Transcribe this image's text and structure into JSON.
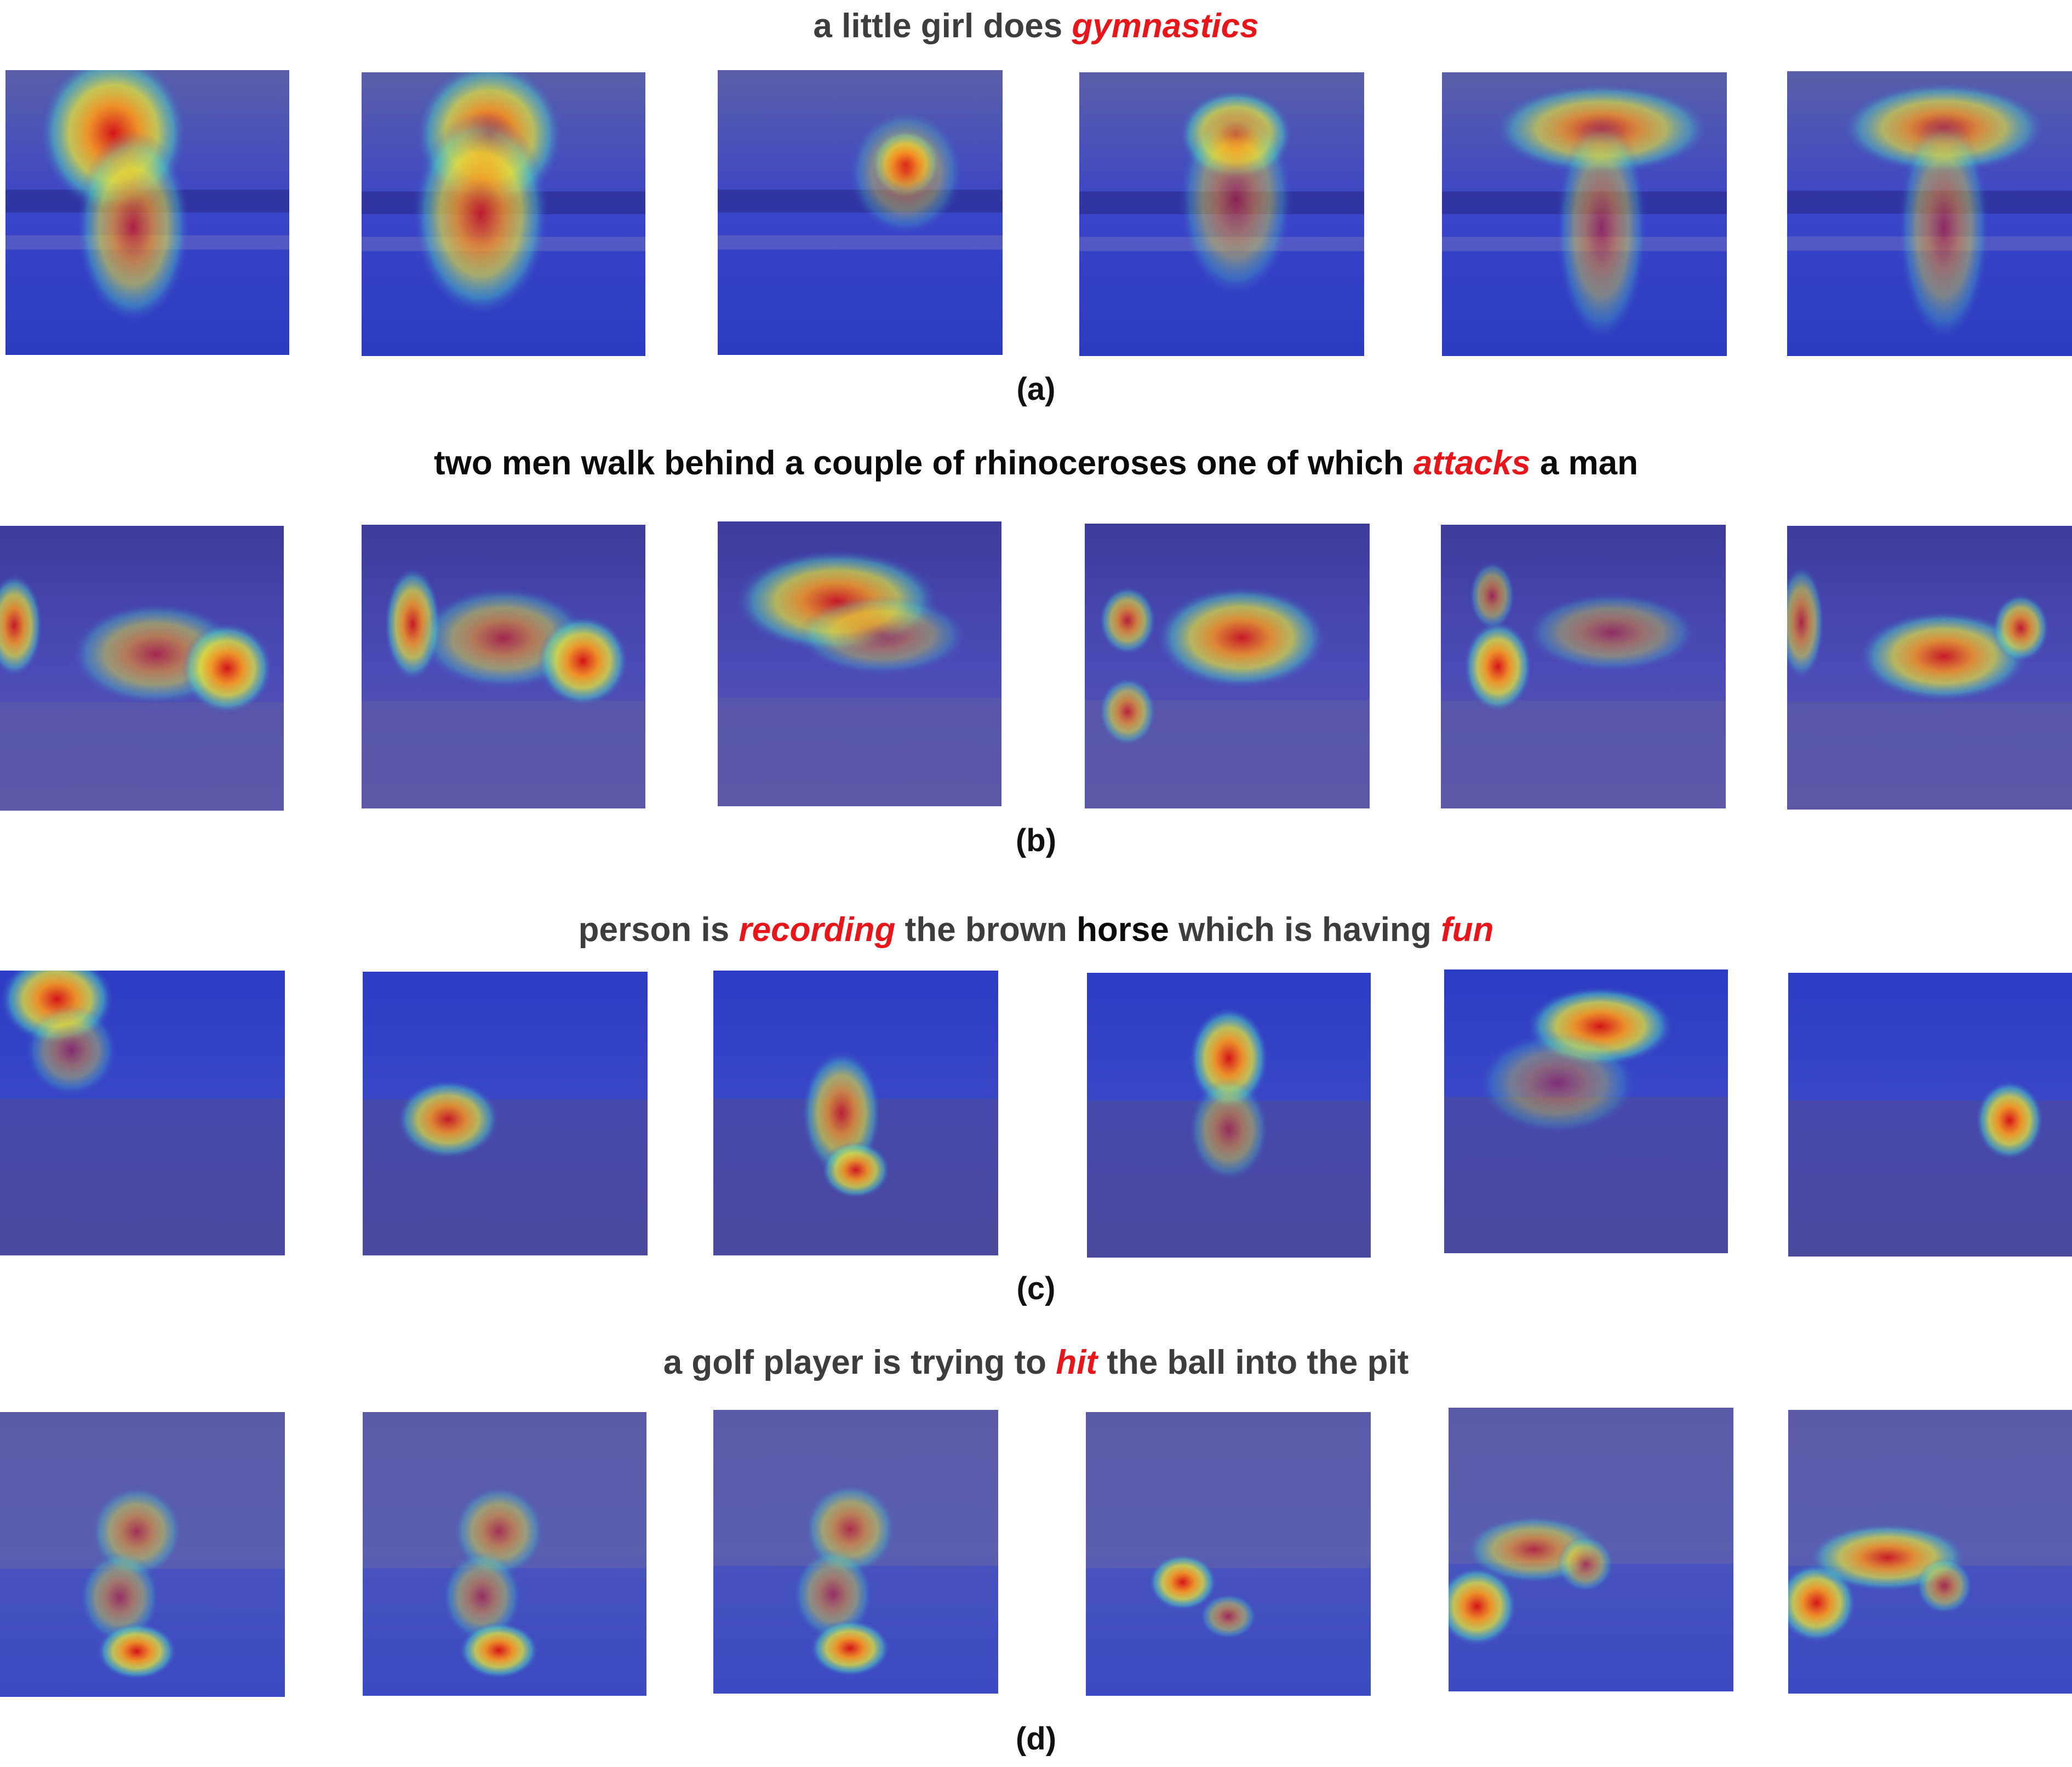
{
  "rows": [
    {
      "caption": [
        {
          "text": "a little girl does ",
          "style": "dark"
        },
        {
          "text": "gymnastics",
          "style": "red"
        }
      ],
      "label": "(a)",
      "scene": "gym",
      "heat": [
        [
          [
            0.38,
            0.22,
            0.26,
            0.28,
            1.0
          ],
          [
            0.45,
            0.55,
            0.2,
            0.34,
            0.75
          ]
        ],
        [
          [
            0.45,
            0.22,
            0.26,
            0.26,
            0.95
          ],
          [
            0.42,
            0.5,
            0.24,
            0.36,
            0.85
          ]
        ],
        [
          [
            0.66,
            0.33,
            0.12,
            0.12,
            1.0
          ],
          [
            0.66,
            0.36,
            0.2,
            0.22,
            0.5
          ]
        ],
        [
          [
            0.55,
            0.22,
            0.2,
            0.16,
            1.0
          ],
          [
            0.55,
            0.45,
            0.2,
            0.34,
            0.55
          ]
        ],
        [
          [
            0.56,
            0.2,
            0.38,
            0.16,
            0.85
          ],
          [
            0.56,
            0.55,
            0.16,
            0.4,
            0.55
          ]
        ],
        [
          [
            0.55,
            0.2,
            0.36,
            0.16,
            0.85
          ],
          [
            0.55,
            0.55,
            0.16,
            0.4,
            0.55
          ]
        ]
      ]
    },
    {
      "caption": [
        {
          "text": "two men walk behind a couple of rhinoceroses one of which ",
          "style": "black"
        },
        {
          "text": "attacks",
          "style": "red"
        },
        {
          "text": " a man",
          "style": "black"
        }
      ],
      "label": "(b)",
      "scene": "rhino",
      "heat": [
        [
          [
            0.05,
            0.35,
            0.1,
            0.18,
            0.9
          ],
          [
            0.55,
            0.45,
            0.3,
            0.18,
            0.65
          ],
          [
            0.8,
            0.5,
            0.16,
            0.16,
            1.0
          ]
        ],
        [
          [
            0.18,
            0.35,
            0.1,
            0.2,
            0.9
          ],
          [
            0.5,
            0.4,
            0.3,
            0.18,
            0.65
          ],
          [
            0.78,
            0.48,
            0.16,
            0.16,
            1.0
          ]
        ],
        [
          [
            0.42,
            0.28,
            0.36,
            0.18,
            0.9
          ],
          [
            0.58,
            0.4,
            0.3,
            0.14,
            0.5
          ]
        ],
        [
          [
            0.15,
            0.34,
            0.1,
            0.12,
            0.8
          ],
          [
            0.55,
            0.4,
            0.3,
            0.18,
            0.9
          ],
          [
            0.15,
            0.66,
            0.1,
            0.12,
            0.75
          ]
        ],
        [
          [
            0.18,
            0.25,
            0.08,
            0.12,
            0.6
          ],
          [
            0.2,
            0.5,
            0.12,
            0.16,
            1.0
          ],
          [
            0.6,
            0.38,
            0.3,
            0.14,
            0.5
          ]
        ],
        [
          [
            0.05,
            0.34,
            0.08,
            0.2,
            0.7
          ],
          [
            0.55,
            0.46,
            0.3,
            0.16,
            0.9
          ],
          [
            0.82,
            0.36,
            0.1,
            0.12,
            0.85
          ]
        ]
      ]
    },
    {
      "caption": [
        {
          "text": "person is ",
          "style": "dark"
        },
        {
          "text": "recording",
          "style": "red"
        },
        {
          "text": " the brown ",
          "style": "dark"
        },
        {
          "text": "horse",
          "style": "black"
        },
        {
          "text": " which is having ",
          "style": "dark"
        },
        {
          "text": "fun",
          "style": "red"
        }
      ],
      "label": "(c)",
      "scene": "horse",
      "heat": [
        [
          [
            0.2,
            0.1,
            0.2,
            0.16,
            1.0
          ],
          [
            0.25,
            0.28,
            0.16,
            0.16,
            0.5
          ]
        ],
        [
          [
            0.3,
            0.52,
            0.18,
            0.14,
            0.9
          ]
        ],
        [
          [
            0.45,
            0.5,
            0.14,
            0.22,
            0.8
          ],
          [
            0.5,
            0.7,
            0.12,
            0.1,
            0.95
          ]
        ],
        [
          [
            0.5,
            0.3,
            0.14,
            0.18,
            1.0
          ],
          [
            0.5,
            0.55,
            0.14,
            0.18,
            0.55
          ]
        ],
        [
          [
            0.55,
            0.2,
            0.26,
            0.14,
            1.0
          ],
          [
            0.4,
            0.4,
            0.28,
            0.18,
            0.45
          ]
        ],
        [
          [
            0.78,
            0.52,
            0.12,
            0.14,
            1.0
          ]
        ]
      ]
    },
    {
      "caption": [
        {
          "text": "a golf player is trying to ",
          "style": "dark"
        },
        {
          "text": "hit",
          "style": "red"
        },
        {
          "text": " the ball into the pit",
          "style": "dark"
        }
      ],
      "label": "(d)",
      "scene": "golf",
      "heat": [
        [
          [
            0.48,
            0.42,
            0.16,
            0.16,
            0.6
          ],
          [
            0.42,
            0.65,
            0.14,
            0.16,
            0.55
          ],
          [
            0.48,
            0.84,
            0.14,
            0.1,
            1.0
          ]
        ],
        [
          [
            0.48,
            0.42,
            0.16,
            0.16,
            0.6
          ],
          [
            0.42,
            0.65,
            0.14,
            0.16,
            0.55
          ],
          [
            0.48,
            0.84,
            0.14,
            0.1,
            1.0
          ]
        ],
        [
          [
            0.48,
            0.42,
            0.16,
            0.16,
            0.65
          ],
          [
            0.42,
            0.65,
            0.14,
            0.16,
            0.55
          ],
          [
            0.48,
            0.84,
            0.14,
            0.1,
            1.0
          ]
        ],
        [
          [
            0.34,
            0.6,
            0.12,
            0.1,
            1.0
          ],
          [
            0.5,
            0.72,
            0.1,
            0.08,
            0.6
          ]
        ],
        [
          [
            0.1,
            0.7,
            0.14,
            0.14,
            1.0
          ],
          [
            0.3,
            0.5,
            0.24,
            0.12,
            0.7
          ],
          [
            0.48,
            0.55,
            0.1,
            0.1,
            0.6
          ]
        ],
        [
          [
            0.1,
            0.68,
            0.14,
            0.14,
            1.0
          ],
          [
            0.35,
            0.52,
            0.28,
            0.12,
            0.9
          ],
          [
            0.55,
            0.62,
            0.1,
            0.1,
            0.65
          ]
        ]
      ]
    }
  ]
}
